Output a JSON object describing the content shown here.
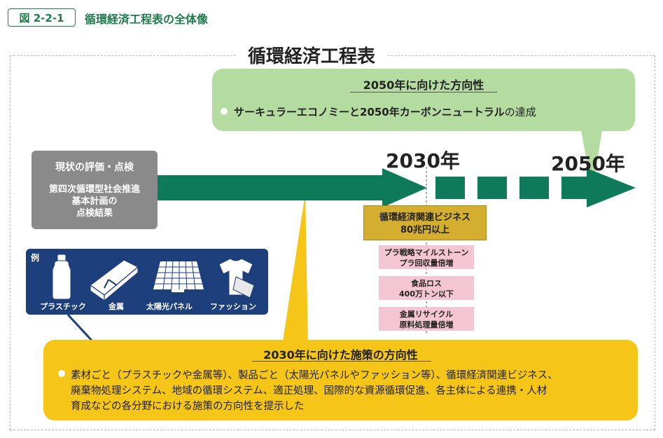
{
  "header": {
    "figure_label": "図 2-2-1",
    "figure_title": "循環経済工程表の全体像"
  },
  "main_title": "循環経済工程表",
  "vision": {
    "title": "2050年に向けた方向性",
    "bullet_bold": "サーキュラーエコノミーと2050年カーボンニュートラル",
    "bullet_tail": "の達成"
  },
  "status": {
    "title": "現状の評価・点検",
    "lines": [
      "第四次循環型社会推進",
      "基本計画の",
      "点検結果"
    ]
  },
  "years": {
    "y2030": "2030年",
    "y2050": "2050年"
  },
  "business": {
    "lines": [
      "循環経済関連ビジネス",
      "80兆円以上"
    ]
  },
  "targets": [
    {
      "lines": [
        "プラ戦略マイルストーン",
        "プラ回収量倍増"
      ]
    },
    {
      "lines": [
        "食品ロス",
        "400万トン以下"
      ]
    },
    {
      "lines": [
        "金属リサイクル",
        "原料処理量倍増"
      ]
    }
  ],
  "examples": {
    "label": "例",
    "items": [
      {
        "label": "プラスチック",
        "icon": "bottle-icon"
      },
      {
        "label": "金属",
        "icon": "metal-beam-icon"
      },
      {
        "label": "太陽光パネル",
        "icon": "solar-panel-icon"
      },
      {
        "label": "ファッション",
        "icon": "shirt-icon"
      }
    ]
  },
  "policy": {
    "title": "2030年に向けた施策の方向性",
    "lines": [
      "素材ごと（プラスチックや金属等）、製品ごと（太陽光パネルやファッション等）、循環経済関連ビジネス、",
      "廃棄物処理システム、地域の循環システム、適正処理、国際的な資源循環促進、各主体による連携・人材",
      "育成などの各分野における施策の方向性を提示した"
    ]
  },
  "colors": {
    "arrow_green": "#0f7a5a",
    "vision_green": "#b4dba0",
    "policy_yellow": "#f5c518",
    "example_navy": "#1d3f7c",
    "business_gold": "#d4ae2e",
    "target_pink": "#f4c6d3",
    "status_gray": "#8a8a8a"
  }
}
